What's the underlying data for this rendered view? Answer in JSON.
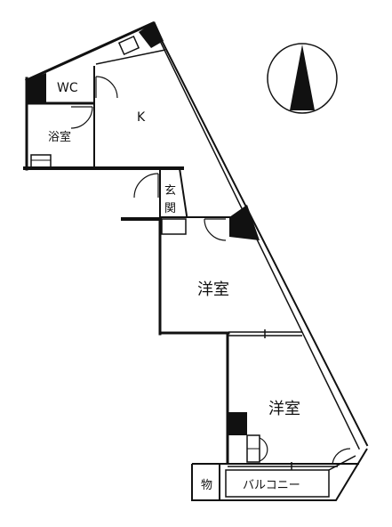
{
  "floor_plan": {
    "rooms": {
      "wc": "WC",
      "bath": "浴室",
      "kitchen": "K",
      "entrance_line1": "玄",
      "entrance_line2": "関",
      "western_room_upper": "洋室",
      "western_room_lower": "洋室",
      "storage": "物",
      "balcony": "バルコニー"
    },
    "compass": {
      "icon": "north-arrow-icon"
    }
  }
}
